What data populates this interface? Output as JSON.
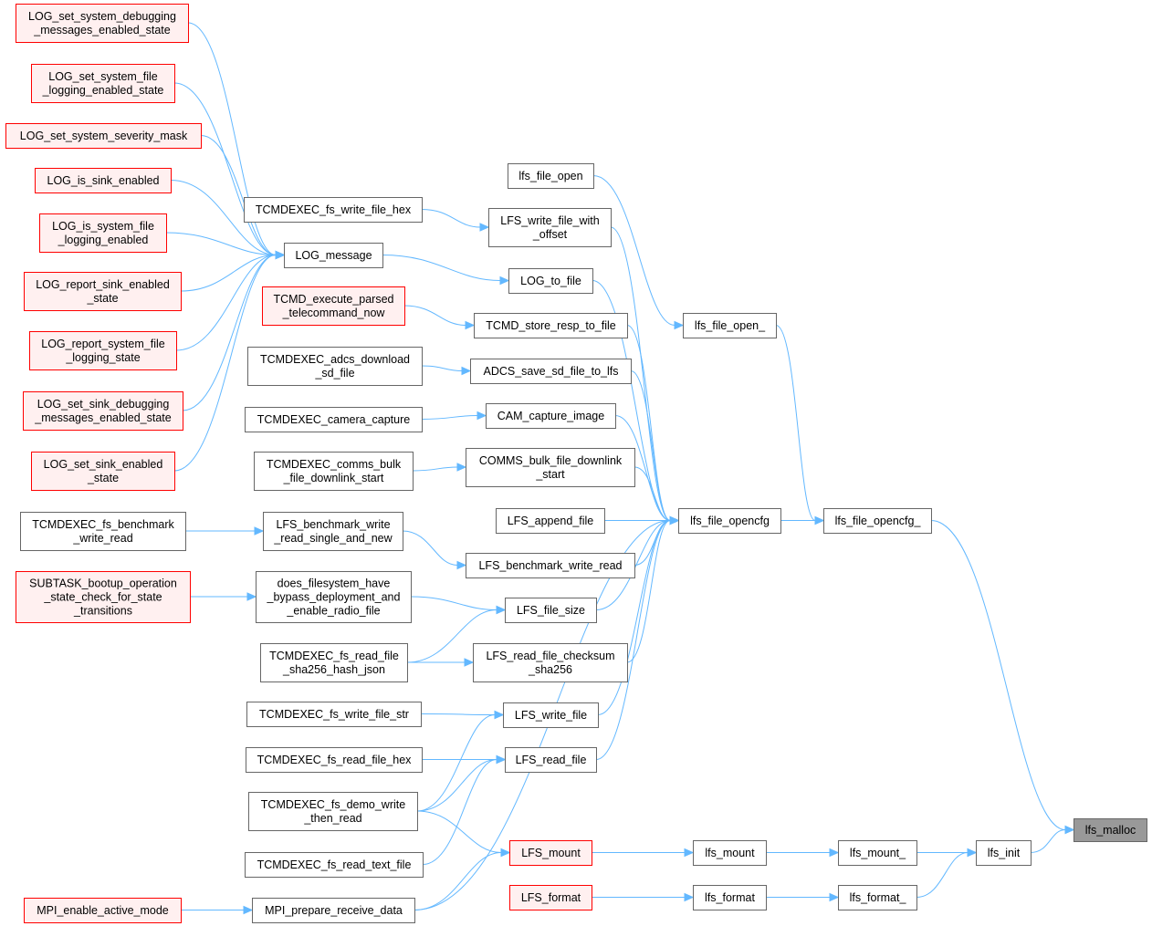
{
  "colors": {
    "edge": "#63b8ff",
    "normal_fill": "#ffffff",
    "normal_stroke": "#666666",
    "truncated_fill": "#fff0f0",
    "truncated_stroke": "#ff0000",
    "root_fill": "#999999",
    "root_stroke": "#666666"
  },
  "nodes": {
    "log_debug_state": {
      "lines": [
        "LOG_set_system_debugging",
        "_messages_enabled_state"
      ],
      "style": "truncated"
    },
    "log_file_logging_state": {
      "lines": [
        "LOG_set_system_file",
        "_logging_enabled_state"
      ],
      "style": "truncated"
    },
    "log_severity_mask": {
      "lines": [
        "LOG_set_system_severity_mask"
      ],
      "style": "truncated"
    },
    "log_is_sink_enabled": {
      "lines": [
        "LOG_is_sink_enabled"
      ],
      "style": "truncated"
    },
    "log_is_system_file": {
      "lines": [
        "LOG_is_system_file",
        "_logging_enabled"
      ],
      "style": "truncated"
    },
    "log_report_sink": {
      "lines": [
        "LOG_report_sink_enabled",
        "_state"
      ],
      "style": "truncated"
    },
    "log_report_system_file": {
      "lines": [
        "LOG_report_system_file",
        "_logging_state"
      ],
      "style": "truncated"
    },
    "log_sink_debug": {
      "lines": [
        "LOG_set_sink_debugging",
        "_messages_enabled_state"
      ],
      "style": "truncated"
    },
    "log_sink_enabled": {
      "lines": [
        "LOG_set_sink_enabled",
        "_state"
      ],
      "style": "truncated"
    },
    "tcmdexec_bench": {
      "lines": [
        "TCMDEXEC_fs_benchmark",
        "_write_read"
      ],
      "style": "normal"
    },
    "subtask_bootup": {
      "lines": [
        "SUBTASK_bootup_operation",
        "_state_check_for_state",
        "_transitions"
      ],
      "style": "truncated"
    },
    "mpi_enable": {
      "lines": [
        "MPI_enable_active_mode"
      ],
      "style": "truncated"
    },
    "tcmdexec_write_hex": {
      "lines": [
        "TCMDEXEC_fs_write_file_hex"
      ],
      "style": "normal"
    },
    "log_message": {
      "lines": [
        "LOG_message"
      ],
      "style": "normal"
    },
    "tcmd_execute_parsed": {
      "lines": [
        "TCMD_execute_parsed",
        "_telecommand_now"
      ],
      "style": "truncated"
    },
    "tcmdexec_adcs": {
      "lines": [
        "TCMDEXEC_adcs_download",
        "_sd_file"
      ],
      "style": "normal"
    },
    "tcmdexec_camera": {
      "lines": [
        "TCMDEXEC_camera_capture"
      ],
      "style": "normal"
    },
    "tcmdexec_comms_bulk": {
      "lines": [
        "TCMDEXEC_comms_bulk",
        "_file_downlink_start"
      ],
      "style": "normal"
    },
    "lfs_bench_single": {
      "lines": [
        "LFS_benchmark_write",
        "_read_single_and_new"
      ],
      "style": "normal"
    },
    "does_fs_bypass": {
      "lines": [
        "does_filesystem_have",
        "_bypass_deployment_and",
        "_enable_radio_file"
      ],
      "style": "normal"
    },
    "tcmdexec_read_sha": {
      "lines": [
        "TCMDEXEC_fs_read_file",
        "_sha256_hash_json"
      ],
      "style": "normal"
    },
    "tcmdexec_write_str": {
      "lines": [
        "TCMDEXEC_fs_write_file_str"
      ],
      "style": "normal"
    },
    "tcmdexec_read_hex": {
      "lines": [
        "TCMDEXEC_fs_read_file_hex"
      ],
      "style": "normal"
    },
    "tcmdexec_demo": {
      "lines": [
        "TCMDEXEC_fs_demo_write",
        "_then_read"
      ],
      "style": "normal"
    },
    "tcmdexec_read_text": {
      "lines": [
        "TCMDEXEC_fs_read_text_file"
      ],
      "style": "normal"
    },
    "mpi_prepare": {
      "lines": [
        "MPI_prepare_receive_data"
      ],
      "style": "normal"
    },
    "lfs_file_open": {
      "lines": [
        "lfs_file_open"
      ],
      "style": "normal"
    },
    "lfs_write_offset": {
      "lines": [
        "LFS_write_file_with",
        "_offset"
      ],
      "style": "normal"
    },
    "log_to_file": {
      "lines": [
        "LOG_to_file"
      ],
      "style": "normal"
    },
    "tcmd_store_resp": {
      "lines": [
        "TCMD_store_resp_to_file"
      ],
      "style": "normal"
    },
    "adcs_save_sd": {
      "lines": [
        "ADCS_save_sd_file_to_lfs"
      ],
      "style": "normal"
    },
    "cam_capture": {
      "lines": [
        "CAM_capture_image"
      ],
      "style": "normal"
    },
    "comms_bulk": {
      "lines": [
        "COMMS_bulk_file_downlink",
        "_start"
      ],
      "style": "normal"
    },
    "lfs_append": {
      "lines": [
        "LFS_append_file"
      ],
      "style": "normal"
    },
    "lfs_bench_wr": {
      "lines": [
        "LFS_benchmark_write_read"
      ],
      "style": "normal"
    },
    "lfs_file_size": {
      "lines": [
        "LFS_file_size"
      ],
      "style": "normal"
    },
    "lfs_read_checksum": {
      "lines": [
        "LFS_read_file_checksum",
        "_sha256"
      ],
      "style": "normal"
    },
    "lfs_write_file": {
      "lines": [
        "LFS_write_file"
      ],
      "style": "normal"
    },
    "lfs_read_file": {
      "lines": [
        "LFS_read_file"
      ],
      "style": "normal"
    },
    "lfs_mount_upper": {
      "lines": [
        "LFS_mount"
      ],
      "style": "truncated"
    },
    "lfs_format_upper": {
      "lines": [
        "LFS_format"
      ],
      "style": "truncated"
    },
    "lfs_file_open_": {
      "lines": [
        "lfs_file_open_"
      ],
      "style": "normal"
    },
    "lfs_file_opencfg": {
      "lines": [
        "lfs_file_opencfg"
      ],
      "style": "normal"
    },
    "lfs_mount": {
      "lines": [
        "lfs_mount"
      ],
      "style": "normal"
    },
    "lfs_format": {
      "lines": [
        "lfs_format"
      ],
      "style": "normal"
    },
    "lfs_file_opencfg_": {
      "lines": [
        "lfs_file_opencfg_"
      ],
      "style": "normal"
    },
    "lfs_mount_": {
      "lines": [
        "lfs_mount_"
      ],
      "style": "normal"
    },
    "lfs_format_": {
      "lines": [
        "lfs_format_"
      ],
      "style": "normal"
    },
    "lfs_init": {
      "lines": [
        "lfs_init"
      ],
      "style": "normal"
    },
    "lfs_malloc": {
      "lines": [
        "lfs_malloc"
      ],
      "style": "root"
    }
  },
  "edges": [
    [
      "log_debug_state",
      "log_message"
    ],
    [
      "log_file_logging_state",
      "log_message"
    ],
    [
      "log_severity_mask",
      "log_message"
    ],
    [
      "log_is_sink_enabled",
      "log_message"
    ],
    [
      "log_is_system_file",
      "log_message"
    ],
    [
      "log_report_sink",
      "log_message"
    ],
    [
      "log_report_system_file",
      "log_message"
    ],
    [
      "log_sink_debug",
      "log_message"
    ],
    [
      "log_sink_enabled",
      "log_message"
    ],
    [
      "tcmdexec_write_hex",
      "lfs_write_offset"
    ],
    [
      "log_message",
      "log_to_file"
    ],
    [
      "tcmd_execute_parsed",
      "tcmd_store_resp"
    ],
    [
      "tcmdexec_adcs",
      "adcs_save_sd"
    ],
    [
      "tcmdexec_camera",
      "cam_capture"
    ],
    [
      "tcmdexec_comms_bulk",
      "comms_bulk"
    ],
    [
      "tcmdexec_bench",
      "lfs_bench_single"
    ],
    [
      "lfs_bench_single",
      "lfs_bench_wr"
    ],
    [
      "subtask_bootup",
      "does_fs_bypass"
    ],
    [
      "does_fs_bypass",
      "lfs_file_size"
    ],
    [
      "tcmdexec_read_sha",
      "lfs_file_size"
    ],
    [
      "tcmdexec_read_sha",
      "lfs_read_checksum"
    ],
    [
      "tcmdexec_write_str",
      "lfs_write_file"
    ],
    [
      "tcmdexec_demo",
      "lfs_write_file"
    ],
    [
      "tcmdexec_read_hex",
      "lfs_read_file"
    ],
    [
      "tcmdexec_demo",
      "lfs_read_file"
    ],
    [
      "tcmdexec_read_text",
      "lfs_read_file"
    ],
    [
      "tcmdexec_demo",
      "lfs_mount_upper"
    ],
    [
      "mpi_prepare",
      "lfs_mount_upper"
    ],
    [
      "mpi_enable",
      "mpi_prepare"
    ],
    [
      "mpi_prepare",
      "lfs_file_opencfg"
    ],
    [
      "lfs_file_open",
      "lfs_file_open_"
    ],
    [
      "lfs_write_offset",
      "lfs_file_opencfg"
    ],
    [
      "log_to_file",
      "lfs_file_opencfg"
    ],
    [
      "tcmd_store_resp",
      "lfs_file_opencfg"
    ],
    [
      "adcs_save_sd",
      "lfs_file_opencfg"
    ],
    [
      "cam_capture",
      "lfs_file_opencfg"
    ],
    [
      "comms_bulk",
      "lfs_file_opencfg"
    ],
    [
      "lfs_append",
      "lfs_file_opencfg"
    ],
    [
      "lfs_bench_wr",
      "lfs_file_opencfg"
    ],
    [
      "lfs_file_size",
      "lfs_file_opencfg"
    ],
    [
      "lfs_read_checksum",
      "lfs_file_opencfg"
    ],
    [
      "lfs_write_file",
      "lfs_file_opencfg"
    ],
    [
      "lfs_read_file",
      "lfs_file_opencfg"
    ],
    [
      "lfs_mount_upper",
      "lfs_mount"
    ],
    [
      "lfs_format_upper",
      "lfs_format"
    ],
    [
      "lfs_file_open_",
      "lfs_file_opencfg_"
    ],
    [
      "lfs_file_opencfg",
      "lfs_file_opencfg_"
    ],
    [
      "lfs_mount",
      "lfs_mount_"
    ],
    [
      "lfs_format",
      "lfs_format_"
    ],
    [
      "lfs_mount_",
      "lfs_init"
    ],
    [
      "lfs_format_",
      "lfs_init"
    ],
    [
      "lfs_file_opencfg_",
      "lfs_malloc"
    ],
    [
      "lfs_init",
      "lfs_malloc"
    ]
  ]
}
